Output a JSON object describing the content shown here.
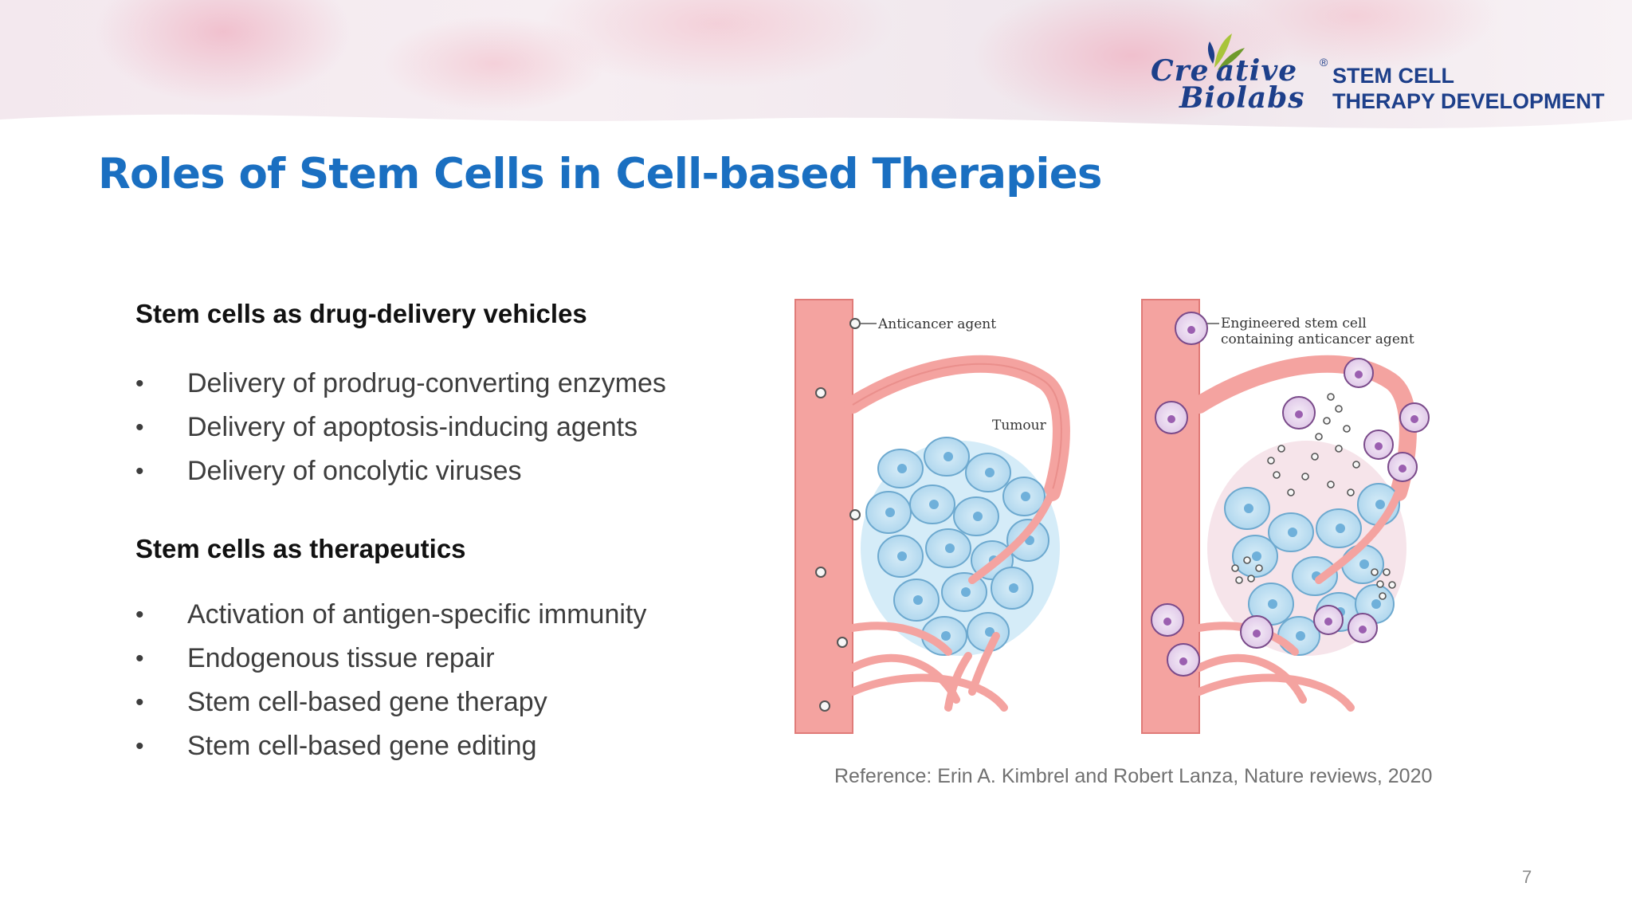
{
  "logo": {
    "line1": "Cre ative",
    "line2": "Biolabs",
    "registered": "®",
    "tagline_1": "STEM CELL",
    "tagline_2": "THERAPY DEVELOPMENT"
  },
  "title": "Roles of Stem Cells in Cell-based Therapies",
  "section1": {
    "heading": "Stem cells as drug-delivery vehicles",
    "items": [
      "Delivery of prodrug-converting enzymes",
      "Delivery of apoptosis-inducing agents",
      "Delivery of oncolytic viruses"
    ]
  },
  "section2": {
    "heading": "Stem cells as therapeutics",
    "items": [
      "Activation of antigen-specific immunity",
      "Endogenous tissue repair",
      "Stem cell-based gene therapy",
      "Stem cell-based gene editing"
    ]
  },
  "bullet_glyph": "•",
  "figure": {
    "label_anticancer": "Anticancer agent",
    "label_tumour": "Tumour",
    "label_engineered_1": "Engineered stem cell",
    "label_engineered_2": "containing anticancer agent"
  },
  "reference": "Reference: Erin A. Kimbrel and Robert Lanza, Nature reviews, 2020",
  "page_number": "7",
  "colors": {
    "title_blue": "#1a6fc1",
    "logo_navy": "#1d3f8a",
    "vessel": "#f4a3a0",
    "tumour_cell": "#bfe0f2",
    "stem_cell": "#e8d6ee"
  }
}
